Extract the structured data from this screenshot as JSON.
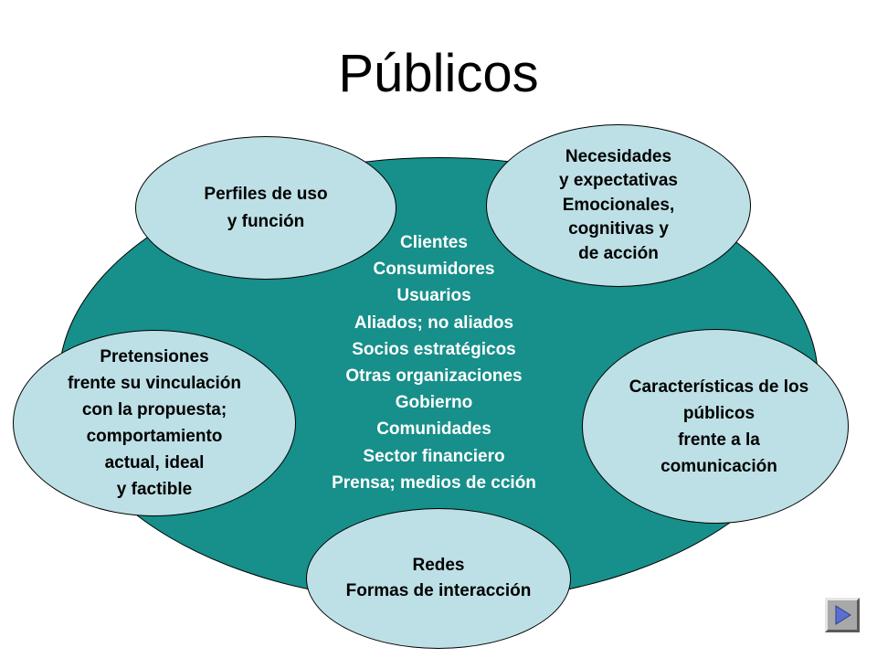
{
  "title": "Públicos",
  "center": {
    "lines": [
      "Clientes",
      "Consumidores",
      "Usuarios",
      "Aliados; no aliados",
      "Socios estratégicos",
      "Otras organizaciones",
      "Gobierno",
      "Comunidades",
      "Sector financiero",
      "Prensa; medios de cción"
    ]
  },
  "satellites": {
    "perfiles": {
      "lines": [
        "Perfiles de uso",
        "y función"
      ]
    },
    "necesidades": {
      "lines": [
        "Necesidades",
        "y expectativas",
        "Emocionales,",
        "cognitivas y",
        "de acción"
      ]
    },
    "pretensiones": {
      "lines": [
        "Pretensiones",
        "frente su vinculación",
        "con la propuesta;",
        "comportamiento",
        "actual, ideal",
        "y factible"
      ]
    },
    "caracteristicas": {
      "lines": [
        "Características de los",
        "públicos",
        "frente a la",
        "comunicación"
      ]
    },
    "redes": {
      "lines": [
        "Redes",
        "Formas de interacción"
      ]
    }
  },
  "colors": {
    "main_ellipse": "#178f8a",
    "satellite": "#bde0e6",
    "center_text": "#ffffff",
    "nav_button": "#a8a8a8",
    "nav_arrow": "#5a6fd0"
  },
  "nav": {
    "icon": "play-next-icon"
  }
}
